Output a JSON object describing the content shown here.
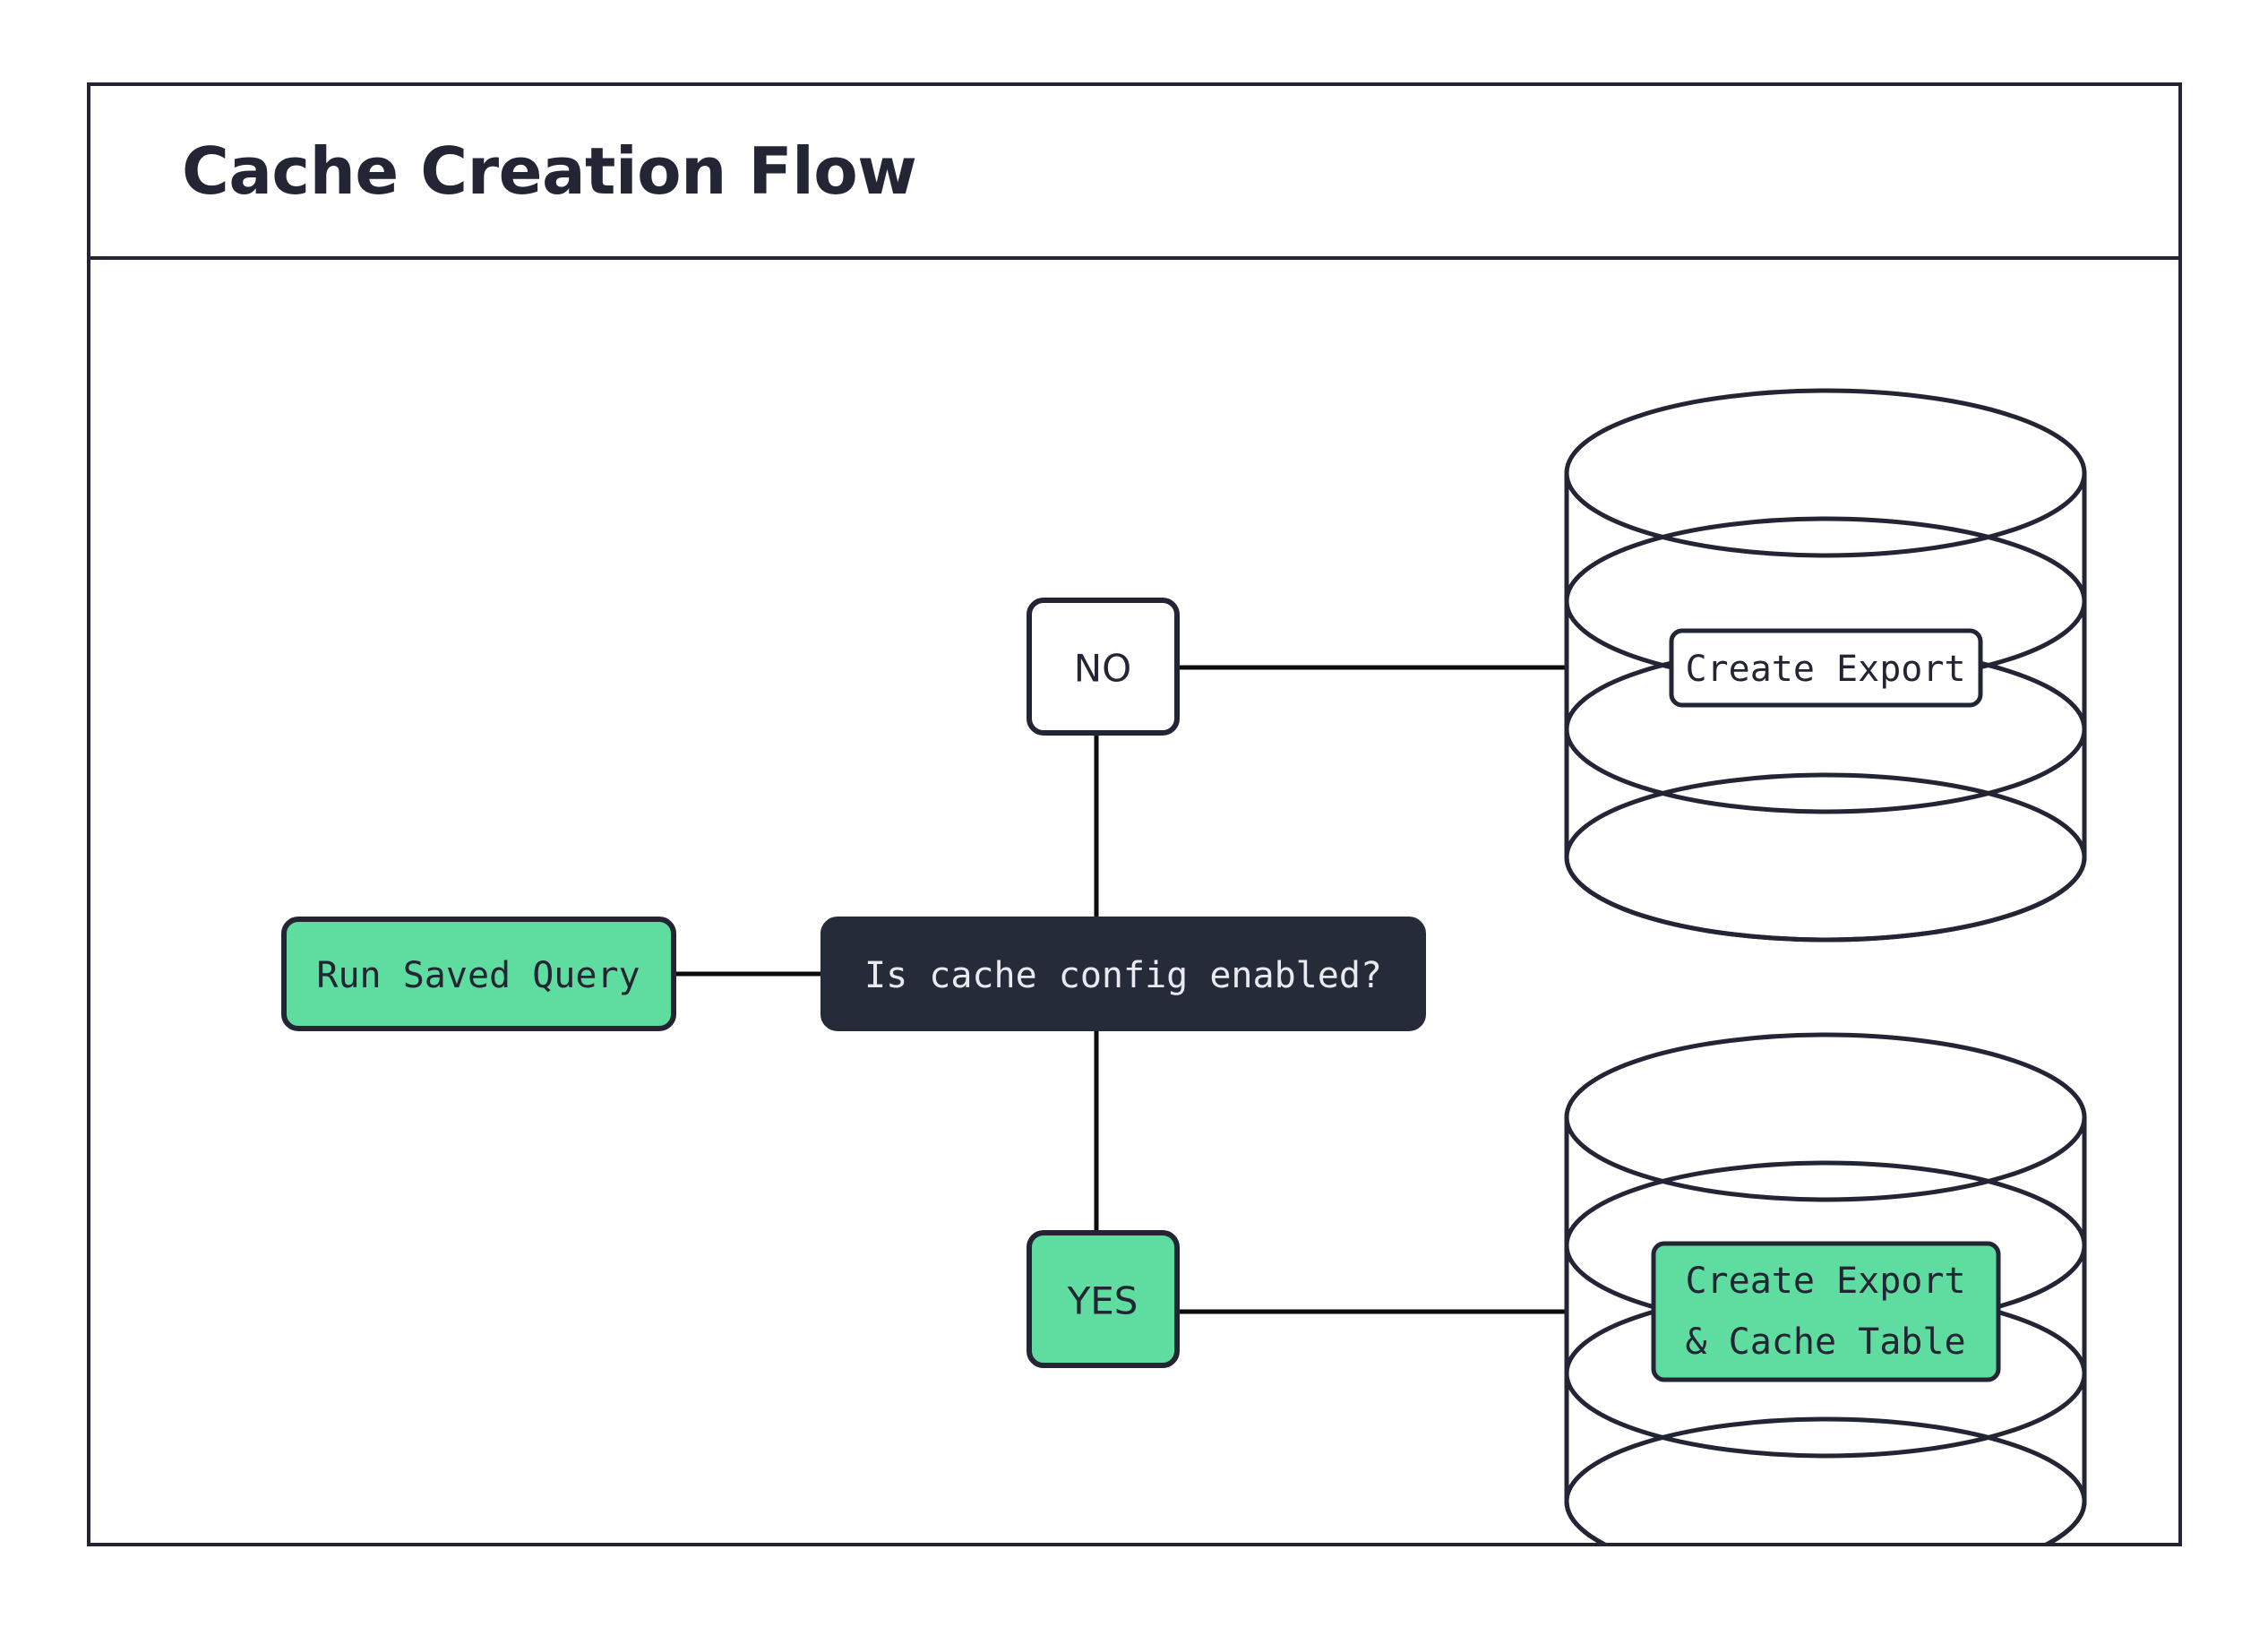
{
  "diagram": {
    "title": "Cache Creation Flow",
    "type": "flowchart",
    "colors": {
      "accent_green": "#5fdca0",
      "dark_navy": "#262b3a",
      "stroke": "#232534",
      "background": "#ffffff",
      "light_text": "#e8eaf0"
    },
    "nodes": [
      {
        "id": "run-saved-query",
        "label": "Run Saved Query",
        "shape": "rounded-rect",
        "fill": "green"
      },
      {
        "id": "is-cache-config-enabled",
        "label": "Is cache config enabled?",
        "shape": "rounded-rect",
        "fill": "dark"
      },
      {
        "id": "no-branch",
        "label": "NO",
        "shape": "rounded-rect",
        "fill": "white"
      },
      {
        "id": "yes-branch",
        "label": "YES",
        "shape": "rounded-rect",
        "fill": "green"
      },
      {
        "id": "create-export-db",
        "label": "Create Export",
        "shape": "database-cylinder",
        "fill": "white"
      },
      {
        "id": "create-export-cache-table-db",
        "label_line1": "Create Export",
        "label_line2": "& Cache Table",
        "shape": "database-cylinder",
        "fill": "green"
      }
    ],
    "edges": [
      {
        "from": "run-saved-query",
        "to": "is-cache-config-enabled",
        "label": ""
      },
      {
        "from": "is-cache-config-enabled",
        "to": "no-branch",
        "label": ""
      },
      {
        "from": "no-branch",
        "to": "create-export-db",
        "label": ""
      },
      {
        "from": "is-cache-config-enabled",
        "to": "yes-branch",
        "label": ""
      },
      {
        "from": "yes-branch",
        "to": "create-export-cache-table-db",
        "label": ""
      }
    ]
  }
}
